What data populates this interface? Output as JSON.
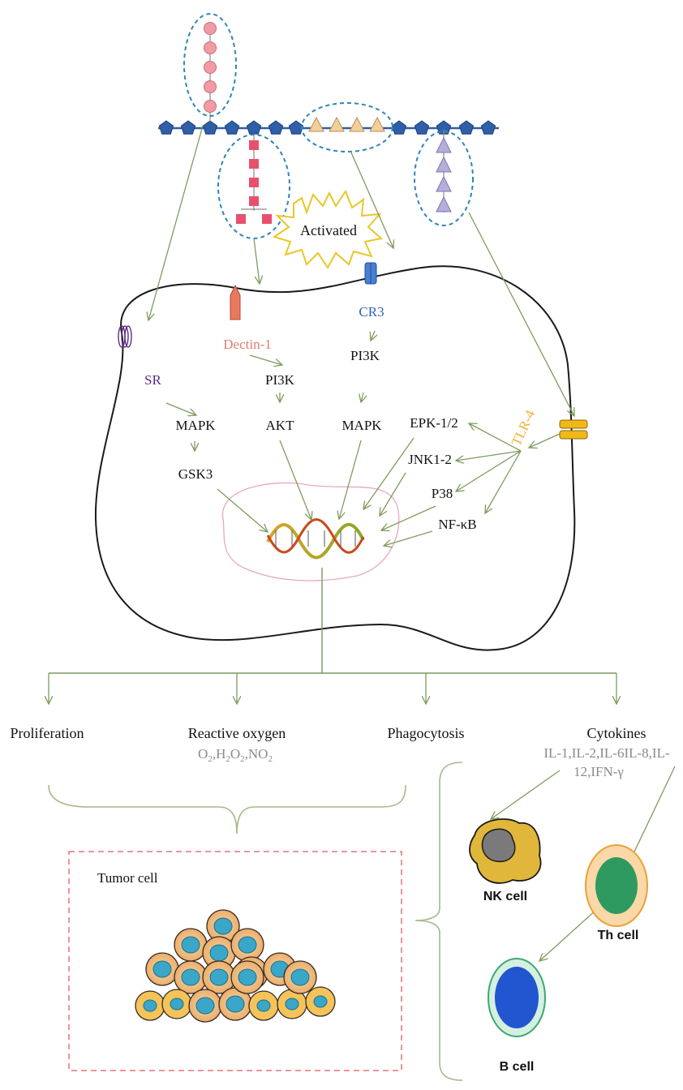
{
  "labels": {
    "activated": "Activated",
    "cr3": "CR3",
    "dectin1": "Dectin-1",
    "sr": "SR",
    "tlr4": "TLR-4",
    "pi3k_dectin": "PI3K",
    "akt": "AKT",
    "pi3k_cr3": "PI3K",
    "mapk_cr3": "MAPK",
    "mapk_sr": "MAPK",
    "gsk3": "GSK3",
    "epk": "EPK-1/2",
    "jnk": "JNK1-2",
    "p38": "P38",
    "nfkb": "NF-κB"
  },
  "outcomes": {
    "proliferation": "Proliferation",
    "reactive_oxygen": "Reactive oxygen",
    "phagocytosis": "Phagocytosis",
    "cytokines": "Cytokines",
    "cytokines_list_1": "IL-1,IL-2,IL-6IL-8,IL-",
    "cytokines_list_2": "12,IFN-γ"
  },
  "cells": {
    "tumor": "Tumor cell",
    "nk": "NK cell",
    "th": "Th cell",
    "b": "B cell"
  },
  "colors": {
    "arrow": "#7f9a5e",
    "dashed_ring": "#2e86b8",
    "backbone": "#2f5fa8",
    "dectin_label": "#e27d6e",
    "cr3_label": "#2f5fbf",
    "sr_label": "#5a2d82",
    "tlr4_label": "#f0b238",
    "pink_chain": "#f29aa5",
    "red_chain": "#e8506d",
    "tan_chain": "#f2cf97",
    "lilac_chain": "#b7addb"
  }
}
